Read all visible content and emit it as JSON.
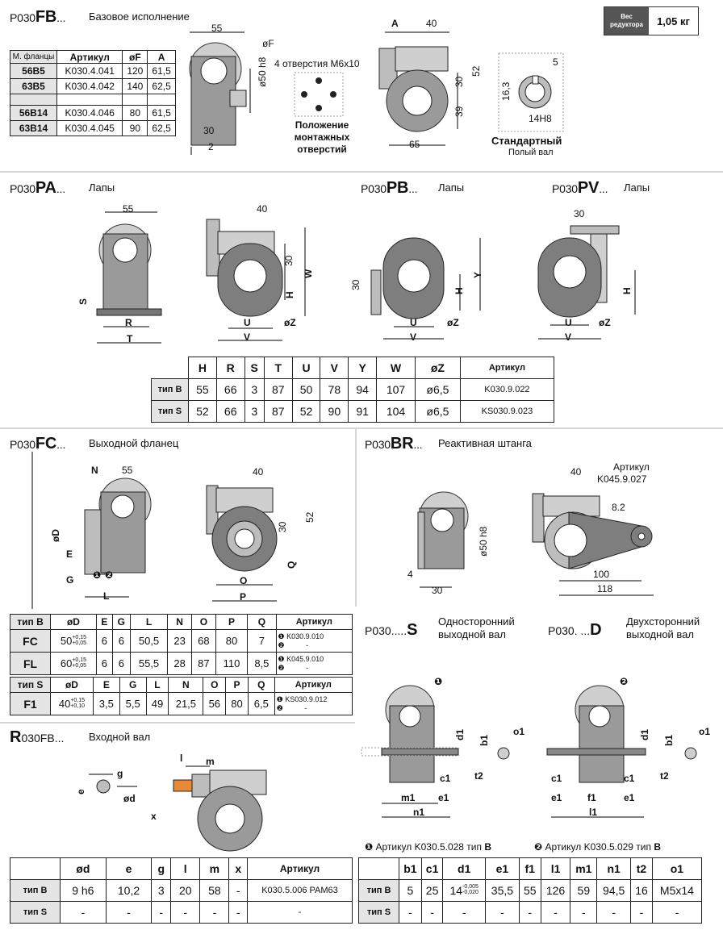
{
  "weight": {
    "label_line1": "Вес",
    "label_line2": "редуктора",
    "value": "1,05 кг"
  },
  "fb": {
    "code_prefix": "P030",
    "code_bold": "FB",
    "code_suffix": "...",
    "title": "Базовое исполнение",
    "table": {
      "headers": [
        "М. фланцы",
        "Артикул",
        "øF",
        "A"
      ],
      "rows": [
        [
          "56B5",
          "K030.4.041",
          "120",
          "61,5"
        ],
        [
          "63B5",
          "K030.4.042",
          "140",
          "62,5"
        ],
        [
          "",
          "",
          "",
          ""
        ],
        [
          "56B14",
          "K030.4.046",
          "80",
          "61,5"
        ],
        [
          "63B14",
          "K030.4.045",
          "90",
          "62,5"
        ]
      ]
    },
    "dims": {
      "d55": "55",
      "dF": "øF",
      "d50h8": "ø50 h8",
      "d30": "30",
      "d2": "2",
      "dA": "A",
      "d40": "40",
      "d52": "52",
      "d30b": "30",
      "d39": "39",
      "d65": "65",
      "d5": "5",
      "d163": "16,3",
      "d14h8": "14H8"
    },
    "holes_label": "4 отверстия М6х10",
    "holes_caption": [
      "Положение",
      "монтажных",
      "отверстий"
    ],
    "shaft_caption": "Стандартный",
    "shaft_sub": "Полый вал"
  },
  "pa": {
    "code_prefix": "P030",
    "code_bold": "PA",
    "code_suffix": "...",
    "title": "Лапы",
    "dims": {
      "d55": "55",
      "dS": "S",
      "dR": "R",
      "dT": "T",
      "d40": "40",
      "d30": "30",
      "dH": "H",
      "dW": "W",
      "dU": "U",
      "dV": "V",
      "dZ": "øZ"
    }
  },
  "pb": {
    "code_prefix": "P030",
    "code_bold": "PB",
    "code_suffix": "...",
    "title": "Лапы",
    "dims": {
      "d30": "30",
      "dH": "H",
      "dY": "Y",
      "dU": "U",
      "dV": "V",
      "dZ": "øZ"
    }
  },
  "pv": {
    "code_prefix": "P030",
    "code_bold": "PV",
    "code_suffix": "...",
    "title": "Лапы",
    "dims": {
      "d30": "30",
      "dH": "H",
      "dU": "U",
      "dV": "V",
      "dZ": "øZ"
    }
  },
  "feet_table": {
    "headers": [
      "",
      "H",
      "R",
      "S",
      "T",
      "U",
      "V",
      "Y",
      "W",
      "øZ",
      "Артикул"
    ],
    "rows": [
      [
        "тип B",
        "55",
        "66",
        "3",
        "87",
        "50",
        "78",
        "94",
        "107",
        "ø6,5",
        "K030.9.022"
      ],
      [
        "тип S",
        "52",
        "66",
        "3",
        "87",
        "52",
        "90",
        "91",
        "104",
        "ø6,5",
        "KS030.9.023"
      ]
    ]
  },
  "fc": {
    "code_prefix": "P030",
    "code_bold": "FC",
    "code_suffix": "...",
    "title": "Выходной фланец",
    "dims": {
      "dN": "N",
      "d55": "55",
      "dD": "øD",
      "dE": "E",
      "dG": "G",
      "dL": "L",
      "d40": "40",
      "d30": "30",
      "d52": "52",
      "dQ": "Q",
      "dO": "O",
      "dP": "P",
      "m1": "❶",
      "m2": "❷"
    }
  },
  "fc_table_b": {
    "headers": [
      "тип B",
      "øD",
      "E",
      "G",
      "L",
      "N",
      "O",
      "P",
      "Q",
      "Артикул"
    ],
    "rows": [
      {
        "name": "FC",
        "d": "50",
        "tol_up": "+0,15",
        "tol_dn": "+0,05",
        "E": "6",
        "G": "6",
        "L": "50,5",
        "N": "23",
        "O": "68",
        "P": "80",
        "Q": "7",
        "art1": "K030.9.010",
        "art2": "-",
        "m1": "❶",
        "m2": "❷"
      },
      {
        "name": "FL",
        "d": "60",
        "tol_up": "+0,15",
        "tol_dn": "+0,05",
        "E": "6",
        "G": "6",
        "L": "55,5",
        "N": "28",
        "O": "87",
        "P": "110",
        "Q": "8,5",
        "art1": "K045.9.010",
        "art2": "-",
        "m1": "❶",
        "m2": "❷"
      }
    ]
  },
  "fc_table_s": {
    "headers": [
      "тип S",
      "øD",
      "E",
      "G",
      "L",
      "N",
      "O",
      "P",
      "Q",
      "Артикул"
    ],
    "rows": [
      {
        "name": "F1",
        "d": "40",
        "tol_up": "+0,15",
        "tol_dn": "+0,10",
        "E": "3,5",
        "G": "5,5",
        "L": "49",
        "N": "21,5",
        "O": "56",
        "P": "80",
        "Q": "6,5",
        "art1": "KS030.9.012",
        "art2": "-",
        "m1": "❶",
        "m2": "❷"
      }
    ]
  },
  "br": {
    "code_prefix": "P030",
    "code_bold": "BR",
    "code_suffix": "...",
    "title": "Реактивная штанга",
    "article_label": "Артикул",
    "article": "K045.9.027",
    "dims": {
      "d40": "40",
      "d82": "8.2",
      "d50h8": "ø50 h8",
      "d4": "4",
      "d30": "30",
      "d100": "100",
      "d118": "118"
    }
  },
  "s": {
    "code_prefix": "P030.....",
    "code_bold": "S",
    "title_l1": "Односторонний",
    "title_l2": "выходной вал"
  },
  "d": {
    "code_prefix": "P030. ...",
    "code_bold": "D",
    "title_l1": "Двухсторонний",
    "title_l2": "выходной вал"
  },
  "shaft_dims": {
    "d1": "d1",
    "b1": "b1",
    "o1": "o1",
    "c1": "c1",
    "t2": "t2",
    "m1": "m1",
    "e1": "e1",
    "n1": "n1",
    "f1": "f1",
    "l1": "l1",
    "mk1": "❶",
    "mk2": "❷"
  },
  "shaft_notes": {
    "n1_mark": "❶",
    "n1_text": "Артикул K030.5.028  тип",
    "n1_type": "B",
    "n2_mark": "❷",
    "n2_text": "Артикул K030.5.029  тип",
    "n2_type": "B"
  },
  "shaft_table": {
    "headers": [
      "",
      "b1",
      "c1",
      "d1",
      "e1",
      "f1",
      "l1",
      "m1",
      "n1",
      "t2",
      "o1"
    ],
    "rows": [
      {
        "name": "тип B",
        "b1": "5",
        "c1": "25",
        "d1": "14",
        "d1_up": "-0,005",
        "d1_dn": "-0,020",
        "e1": "35,5",
        "f1": "55",
        "l1": "126",
        "m1": "59",
        "n1": "94,5",
        "t2": "16",
        "o1": "M5x14"
      },
      {
        "name": "тип S",
        "b1": "-",
        "c1": "-",
        "d1": "-",
        "d1_up": "",
        "d1_dn": "",
        "e1": "-",
        "f1": "-",
        "l1": "-",
        "m1": "-",
        "n1": "-",
        "t2": "-",
        "o1": "-"
      }
    ]
  },
  "r": {
    "code_bold": "R",
    "code_suffix": "030FB...",
    "title": "Входной вал",
    "dims": {
      "dg": "g",
      "de": "e",
      "dd": "ød",
      "dl": "l",
      "dm": "m",
      "dx": "x"
    }
  },
  "r_table": {
    "headers": [
      "",
      "ød",
      "e",
      "g",
      "l",
      "m",
      "x",
      "Артикул"
    ],
    "rows": [
      [
        "тип B",
        "9 h6",
        "10,2",
        "3",
        "20",
        "58",
        "-",
        "K030.5.006 PAM63"
      ],
      [
        "тип S",
        "-",
        "-",
        "-",
        "-",
        "-",
        "-",
        "-"
      ]
    ]
  }
}
